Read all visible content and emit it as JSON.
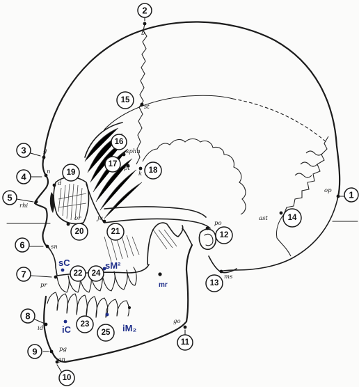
{
  "landmarks": [
    {
      "number": "1",
      "abbr": "op"
    },
    {
      "number": "2",
      "abbr": "b"
    },
    {
      "number": "3",
      "abbr": "g"
    },
    {
      "number": "4",
      "abbr": "n"
    },
    {
      "number": "5",
      "abbr": "rhi"
    },
    {
      "number": "6",
      "abbr": "sn"
    },
    {
      "number": "7",
      "abbr": "pr"
    },
    {
      "number": "8",
      "abbr": "id"
    },
    {
      "number": "9",
      "abbr": "pg"
    },
    {
      "number": "10",
      "abbr": "gn"
    },
    {
      "number": "11",
      "abbr": "go"
    },
    {
      "number": "12",
      "abbr": "po"
    },
    {
      "number": "13",
      "abbr": "ms"
    },
    {
      "number": "14",
      "abbr": "ast"
    },
    {
      "number": "15",
      "abbr": "st"
    },
    {
      "number": "16",
      "abbr": "sphn"
    },
    {
      "number": "17",
      "abbr": "pt"
    },
    {
      "number": "18",
      "abbr": "k"
    },
    {
      "number": "19",
      "abbr": "d"
    },
    {
      "number": "20",
      "abbr": "or"
    },
    {
      "number": "21",
      "abbr": "ju"
    },
    {
      "number": "22",
      "abbr": ""
    },
    {
      "number": "23",
      "abbr": ""
    },
    {
      "number": "24",
      "abbr": ""
    },
    {
      "number": "25",
      "abbr": ""
    }
  ],
  "annotations": {
    "sc": "sC",
    "ic": "iC",
    "sm2": "sM²",
    "im2": "iM₂",
    "mr": "mr"
  }
}
